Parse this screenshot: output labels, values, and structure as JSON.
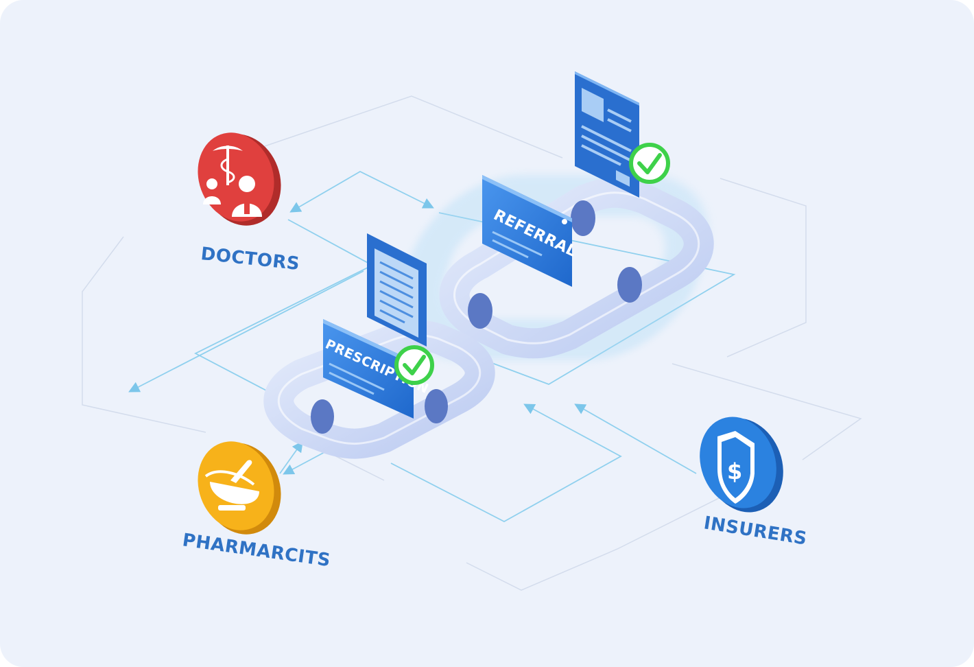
{
  "nodes": {
    "doctors": {
      "label": "DOCTORS",
      "color": "#e0403e"
    },
    "pharmacists": {
      "label": "PHARMARCITS",
      "color": "#f7b21a"
    },
    "insurers": {
      "label": "INSURERS",
      "color": "#2b82e0"
    }
  },
  "cards": {
    "referral": {
      "label": "REFERRAL"
    },
    "prescription": {
      "label": "PRESCRIPTION"
    }
  },
  "colors": {
    "background": "#edf2fb",
    "flow_line": "#8fd0ee",
    "label": "#2f72c4",
    "card_blue": "#2f7fe0",
    "check_green": "#3ed14a",
    "pipe": "#cfd9f6"
  }
}
